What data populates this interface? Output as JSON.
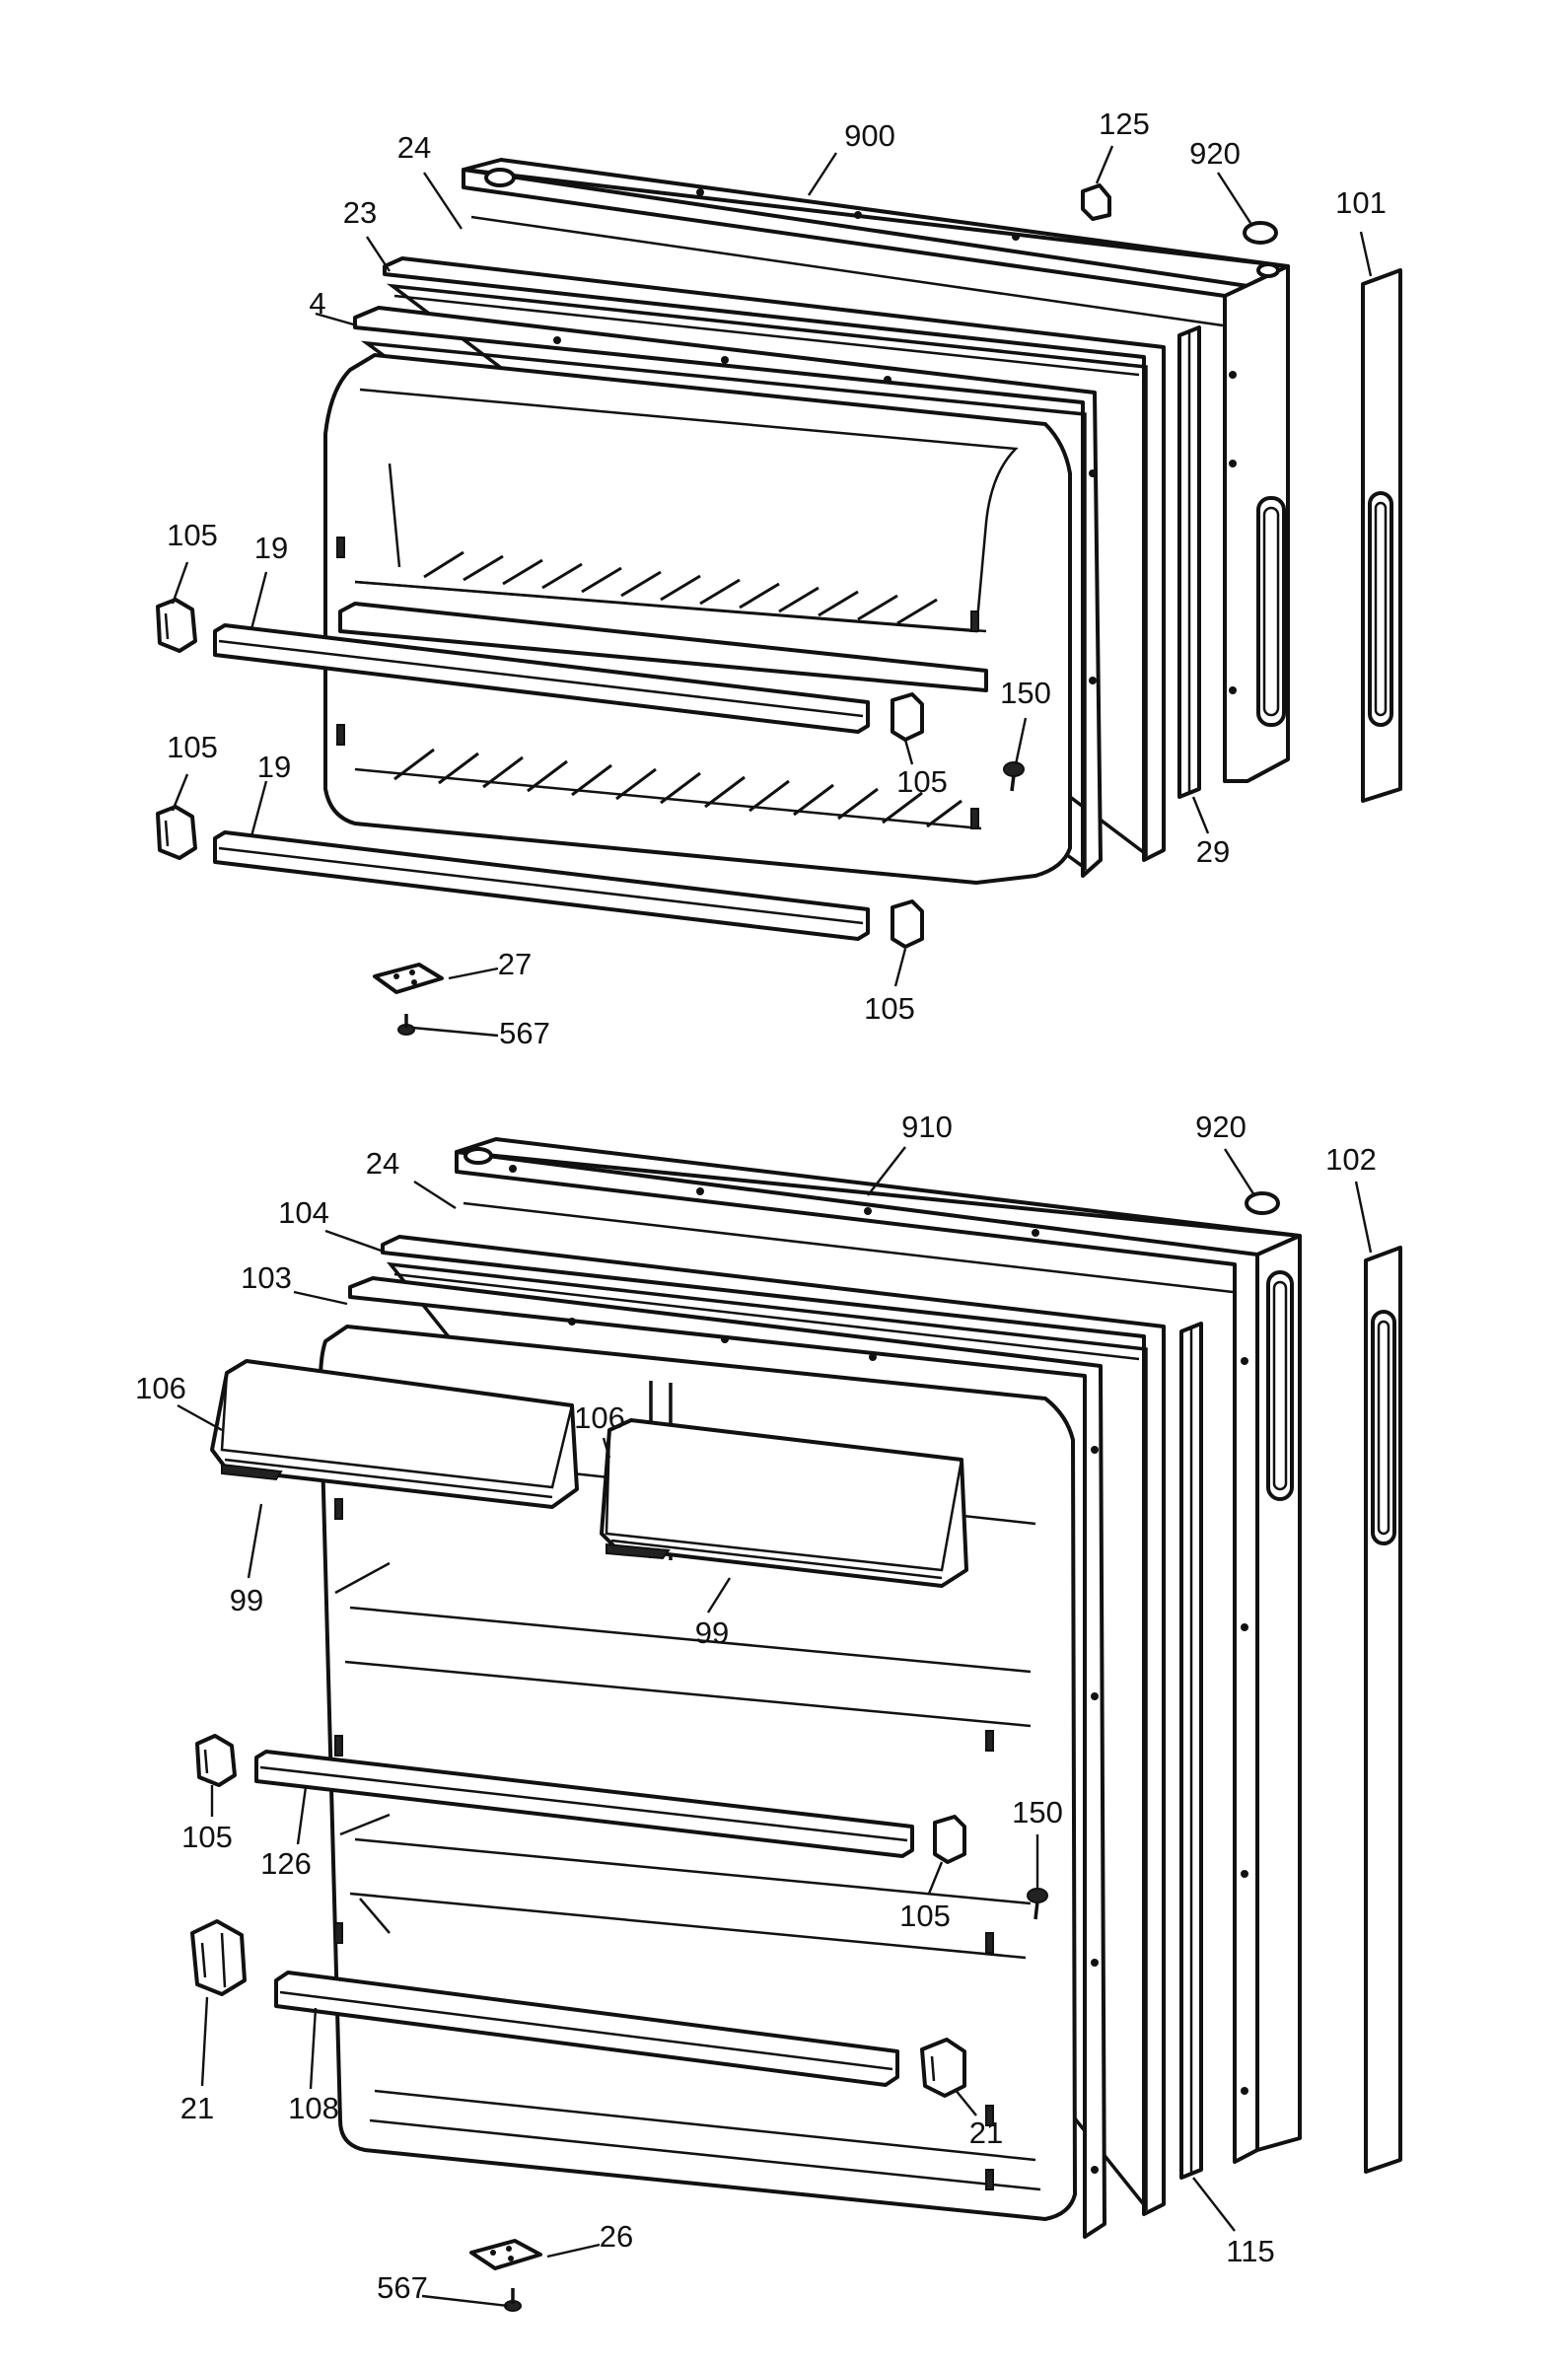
{
  "callouts": {
    "top_door": {
      "c900": "900",
      "c125": "125",
      "c920": "920",
      "c101": "101",
      "c24": "24",
      "c23": "23",
      "c4": "4",
      "c105a": "105",
      "c19a": "19",
      "c105b": "105",
      "c19b": "19",
      "c150": "150",
      "c105c": "105",
      "c29": "29",
      "c105d": "105",
      "c27": "27",
      "c567": "567"
    },
    "bottom_door": {
      "c910": "910",
      "c920": "920",
      "c102": "102",
      "c24": "24",
      "c104": "104",
      "c103": "103",
      "c106a": "106",
      "c106b": "106",
      "c99a": "99",
      "c99b": "99",
      "c105a": "105",
      "c126": "126",
      "c150": "150",
      "c105b": "105",
      "c21a": "21",
      "c108": "108",
      "c21b": "21",
      "c26": "26",
      "c567": "567",
      "c115": "115"
    }
  }
}
